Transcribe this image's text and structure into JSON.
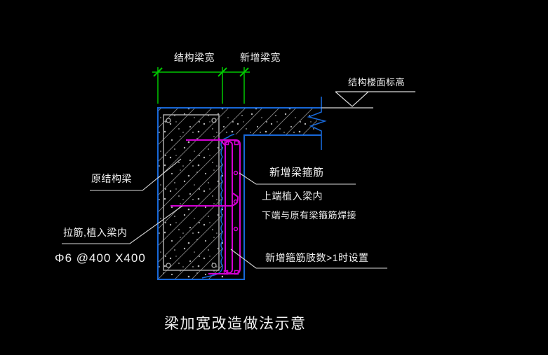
{
  "title": "梁加宽改造做法示意",
  "dimension_labels": {
    "original_width": "结构梁宽",
    "added_width": "新增梁宽"
  },
  "elevation": {
    "label": "结构楼面标高"
  },
  "callouts": {
    "original_beam": {
      "label": "原结构梁"
    },
    "tie_bar": {
      "label": "拉筋,植入梁内",
      "spec": "Φ6 @400 X400"
    },
    "new_stirrup": {
      "label": "新增梁箍筋",
      "note_top": "上端植入梁内",
      "note_bottom": "下端与原有梁箍筋焊接"
    },
    "extra_leg": {
      "label": "新增箍筋肢数>1时设置"
    }
  },
  "colors": {
    "background": "#000000",
    "outline": "#1868d8",
    "rebar": "#d400d4",
    "dimension": "#00c800",
    "annotation": "#d8d8d8",
    "hatch": "#848484",
    "text": "#f0f0f0"
  }
}
